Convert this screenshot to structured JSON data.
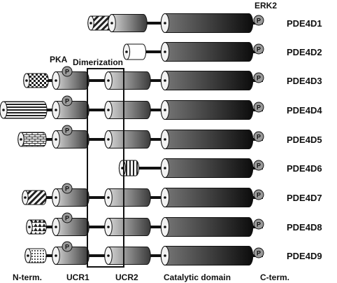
{
  "annotations": {
    "erk2": "ERK2",
    "pka": "PKA",
    "dimerization": "Dimerization",
    "phospho_symbol": "P"
  },
  "domain_labels": {
    "n_term": "N-term.",
    "ucr1": "UCR1",
    "ucr2": "UCR2",
    "catalytic": "Catalytic domain",
    "c_term": "C-term."
  },
  "isoforms": [
    {
      "name": "PDE4D1",
      "has_ucr1": false,
      "has_ucr2": "short",
      "n_pattern": "diagonal-stripes"
    },
    {
      "name": "PDE4D2",
      "has_ucr1": false,
      "has_ucr2": "none",
      "n_pattern": "plain"
    },
    {
      "name": "PDE4D3",
      "has_ucr1": true,
      "has_ucr2": "full",
      "n_pattern": "checker"
    },
    {
      "name": "PDE4D4",
      "has_ucr1": true,
      "has_ucr2": "full",
      "n_pattern": "horizontal-stripes"
    },
    {
      "name": "PDE4D5",
      "has_ucr1": true,
      "has_ucr2": "full",
      "n_pattern": "brick"
    },
    {
      "name": "PDE4D6",
      "has_ucr1": false,
      "has_ucr2": "none",
      "n_pattern": "vertical-stripes"
    },
    {
      "name": "PDE4D7",
      "has_ucr1": true,
      "has_ucr2": "full",
      "n_pattern": "diagonal-stripes"
    },
    {
      "name": "PDE4D8",
      "has_ucr1": true,
      "has_ucr2": "full",
      "n_pattern": "triangles"
    },
    {
      "name": "PDE4D9",
      "has_ucr1": true,
      "has_ucr2": "full",
      "n_pattern": "dots"
    }
  ]
}
